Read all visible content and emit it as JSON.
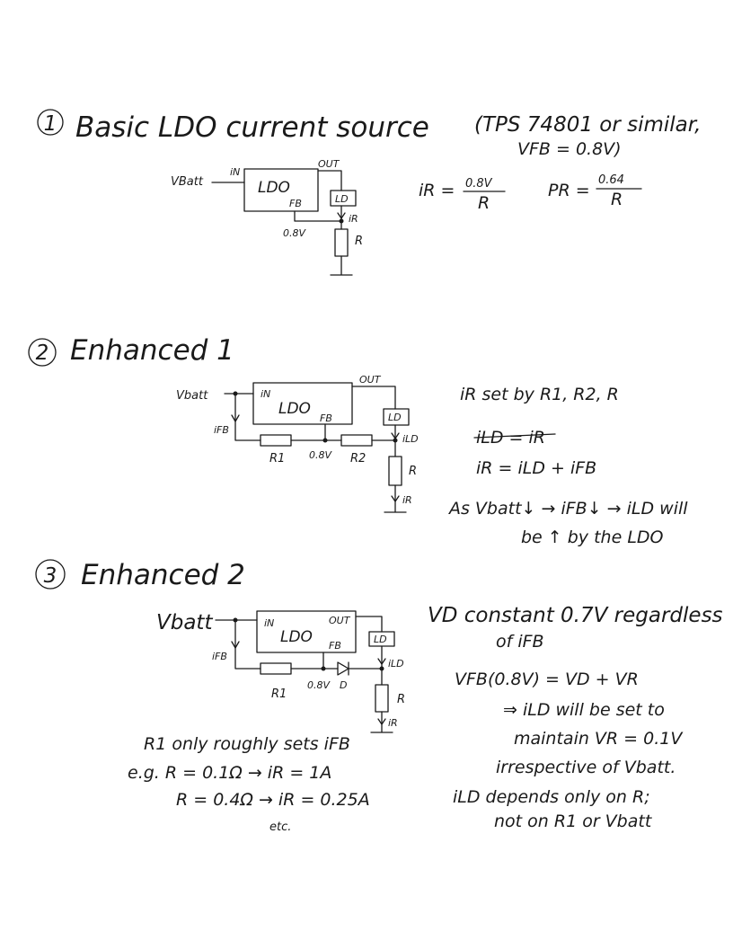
{
  "section1": {
    "number": "1",
    "heading": "Basic LDO current source",
    "note_line1": "(TPS 74801 or similar,",
    "note_line2": "VFB = 0.8V)",
    "labels": {
      "vbatt": "VBatt",
      "in": "iN",
      "out": "OUT",
      "ldo": "LDO",
      "fb": "FB",
      "ld": "LD",
      "ir": "iR",
      "r": "R",
      "vfb": "0.8V"
    },
    "eq_ir": {
      "lhs": "iR =",
      "num": "0.8V",
      "den": "R"
    },
    "eq_pr": {
      "lhs": "PR =",
      "num": "0.64",
      "den": "R"
    }
  },
  "section2": {
    "number": "2",
    "heading": "Enhanced 1",
    "labels": {
      "vbatt": "Vbatt",
      "in": "iN",
      "out": "OUT",
      "ldo": "LDO",
      "fb": "FB",
      "ld": "LD",
      "ifb": "iFB",
      "ild": "iLD",
      "r1": "R1",
      "r2": "R2",
      "r": "R",
      "ir": "iR",
      "vfb": "0.8V"
    },
    "notes": [
      "iR set by R1, R2, R",
      "iLD = iR",
      "iR = iLD + iFB",
      "As Vbatt↓ → iFB↓ → iLD will",
      "be ↑ by the LDO"
    ]
  },
  "section3": {
    "number": "3",
    "heading": "Enhanced 2",
    "labels": {
      "vbatt": "Vbatt",
      "in": "iN",
      "out": "OUT",
      "ldo": "LDO",
      "fb": "FB",
      "ld": "LD",
      "ifb": "iFB",
      "ild": "iLD",
      "r1": "R1",
      "r": "R",
      "ir": "iR",
      "vfb": "0.8V",
      "d": "D"
    },
    "notes_right": [
      "VD constant 0.7V regardless",
      "of iFB",
      "VFB(0.8V) = VD + VR",
      "⇒ iLD will be set to",
      "maintain VR = 0.1V",
      "irrespective of Vbatt.",
      "iLD depends only on R;",
      "not on R1 or Vbatt"
    ],
    "notes_left": [
      "R1 only roughly sets iFB",
      "e.g. R = 0.1Ω → iR = 1A",
      "R = 0.4Ω → iR = 0.25A",
      "etc."
    ]
  }
}
